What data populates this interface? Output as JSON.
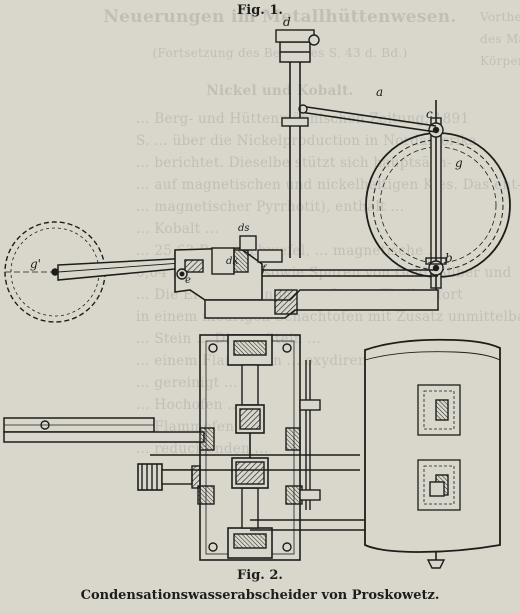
{
  "figure1": {
    "label": "Fig. 1."
  },
  "figure2": {
    "label": "Fig. 2."
  },
  "caption": "Condensationswasserabscheider von Proskowetz.",
  "letters": {
    "d": "d",
    "a": "a",
    "c": "c",
    "g": "g",
    "b": "b",
    "ds": "ds",
    "dk": "dk",
    "f": "f",
    "e": "e",
    "g2": "g'"
  },
  "bleed": {
    "heading": "Neuerungen im Metallhüttenwesen.",
    "subheading": "(Fortsetzung des Berichtes S. 43 d. Bd.)",
    "section_title": "Nickel und Kobalt.",
    "lines": [
      "... Berg- und Hüttenmännischen Zeitung, 1891",
      "S. ... über die Nickelproduction in Nordamerika",
      "... berichtet. Dieselbe stützt sich hauptsäch-",
      "... auf magnetischen und nickelhaltigen Kies. Das ent-",
      "... magnetischer Pyrrhotit), enthält ...",
      "... Kobalt ...",
      "... 25,63 Proc. Schwefel, ... magnetische ...",
      "0,04 Proc. Arsen, sowie Spuren von Gold, Silber und",
      "... Die Erze werden in ... grössten Theil sofort",
      "in einem niedrigen Schachtofen mit Zusatz unmittelbar",
      "... Stein ... Dieser Stein ...",
      "... einem Flammofen ... oxydirenden ...",
      "... gereinigt ...",
      "... Hochofen ...",
      "... Flammofen ...",
      "... reducirenden ..."
    ],
    "right_column": [
      "Vortheile",
      "des Materials",
      "Körper ..."
    ]
  }
}
